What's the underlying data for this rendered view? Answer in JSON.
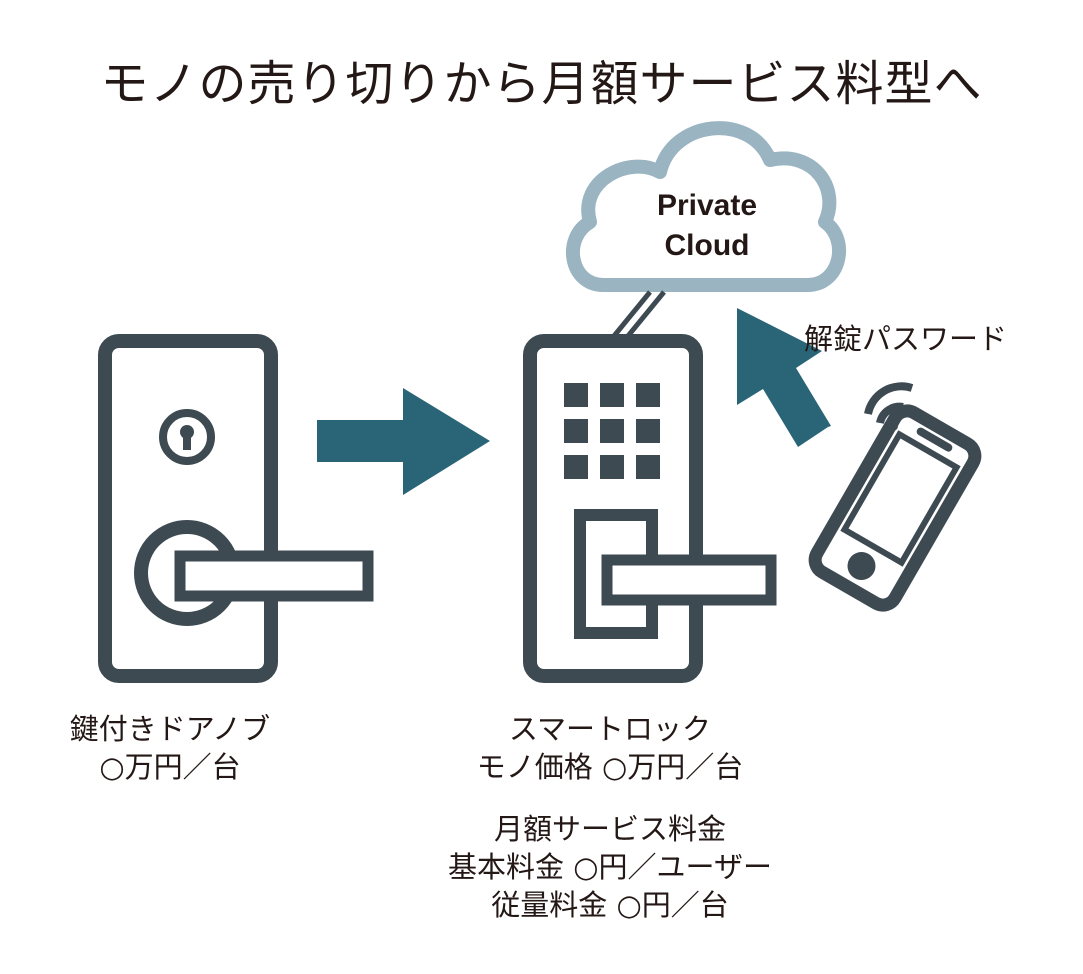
{
  "title": "モノの売り切りから月額サービス料型へ",
  "cloud": {
    "line1": "Private",
    "line2": "Cloud"
  },
  "arrow_label": "解錠パスワード",
  "knob_caption": {
    "line1": "鍵付きドアノブ",
    "line2": "○万円／台"
  },
  "smartlock_caption": {
    "line1": "スマートロック",
    "line2": "モノ価格 ○万円／台"
  },
  "service_caption": {
    "line1": "月額サービス料金",
    "line2": "基本料金 ○円／ユーザー",
    "line3": "従量料金 ○円／台"
  },
  "icons": [
    "door-knob-icon",
    "smart-lock-icon",
    "cloud-icon",
    "smartphone-icon",
    "arrow-right-icon",
    "arrow-up-icon",
    "wifi-signal-icon"
  ],
  "colors": {
    "dark": "#3d4a52",
    "teal": "#2a6477",
    "cloud": "#9ab4c2",
    "text": "#231815"
  }
}
